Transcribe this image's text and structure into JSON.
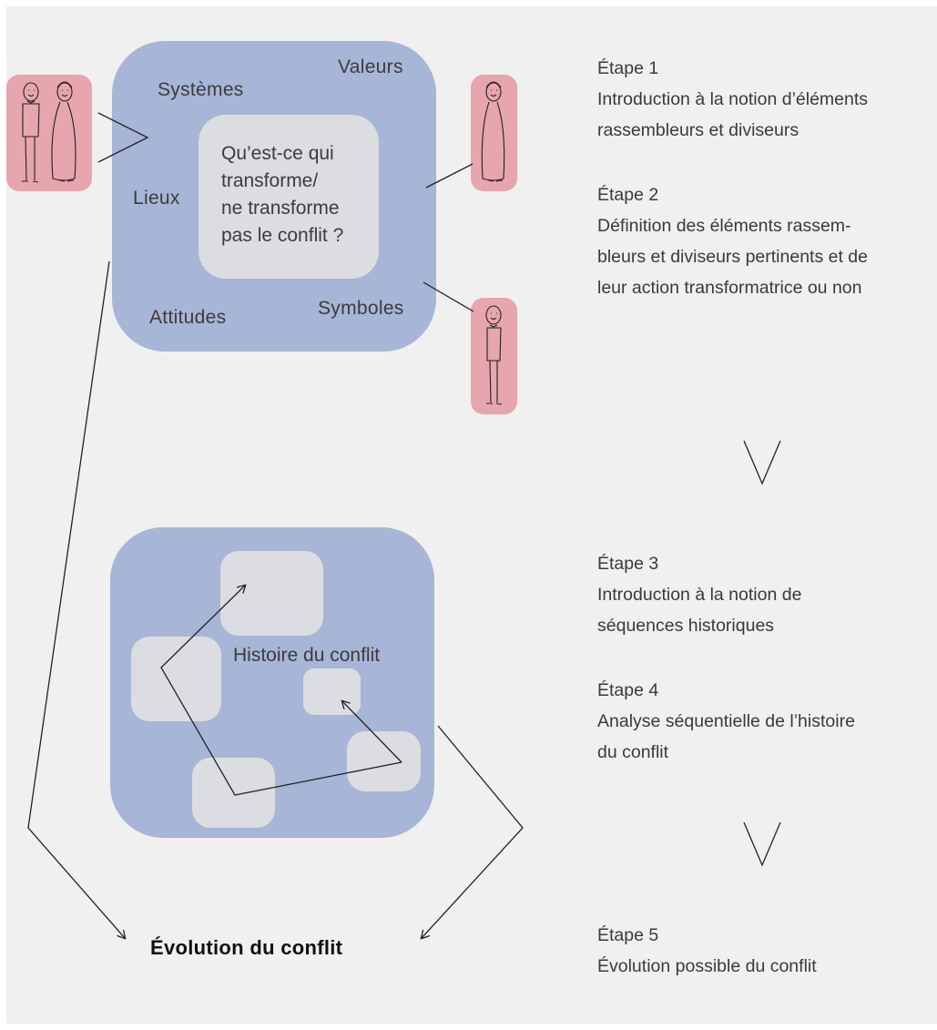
{
  "top_diagram": {
    "labels": {
      "systemes": "Systèmes",
      "valeurs": "Valeurs",
      "lieux": "Lieux",
      "attitudes": "Attitudes",
      "symboles": "Symboles"
    },
    "question": "Qu’est-ce qui\ntransforme/\nne transforme\npas le conflit ?"
  },
  "bottom_diagram": {
    "label": "Histoire du conflit"
  },
  "result": "Évolution du conflit",
  "steps": [
    {
      "title": "Étape 1",
      "desc": "Introduction à la notion d’éléments\nrassembleurs et diviseurs"
    },
    {
      "title": "Étape 2",
      "desc": "Définition des éléments rassem-\nbleurs et diviseurs pertinents et de\nleur action transformatrice ou non"
    },
    {
      "title": "Étape 3",
      "desc": "Introduction à la notion de\nséquences historiques"
    },
    {
      "title": "Étape 4",
      "desc": "Analyse séquentielle de l’histoire\ndu conflit"
    },
    {
      "title": "Étape 5",
      "desc": "Évolution possible du conflit"
    }
  ],
  "colors": {
    "background": "#f0f0f0",
    "box_blue": "#a7b5d6",
    "box_grey": "#dcdde0",
    "figure_pink": "#e7a5ad"
  },
  "icons": [
    "person-pair-icon",
    "person-icon",
    "person-icon"
  ]
}
